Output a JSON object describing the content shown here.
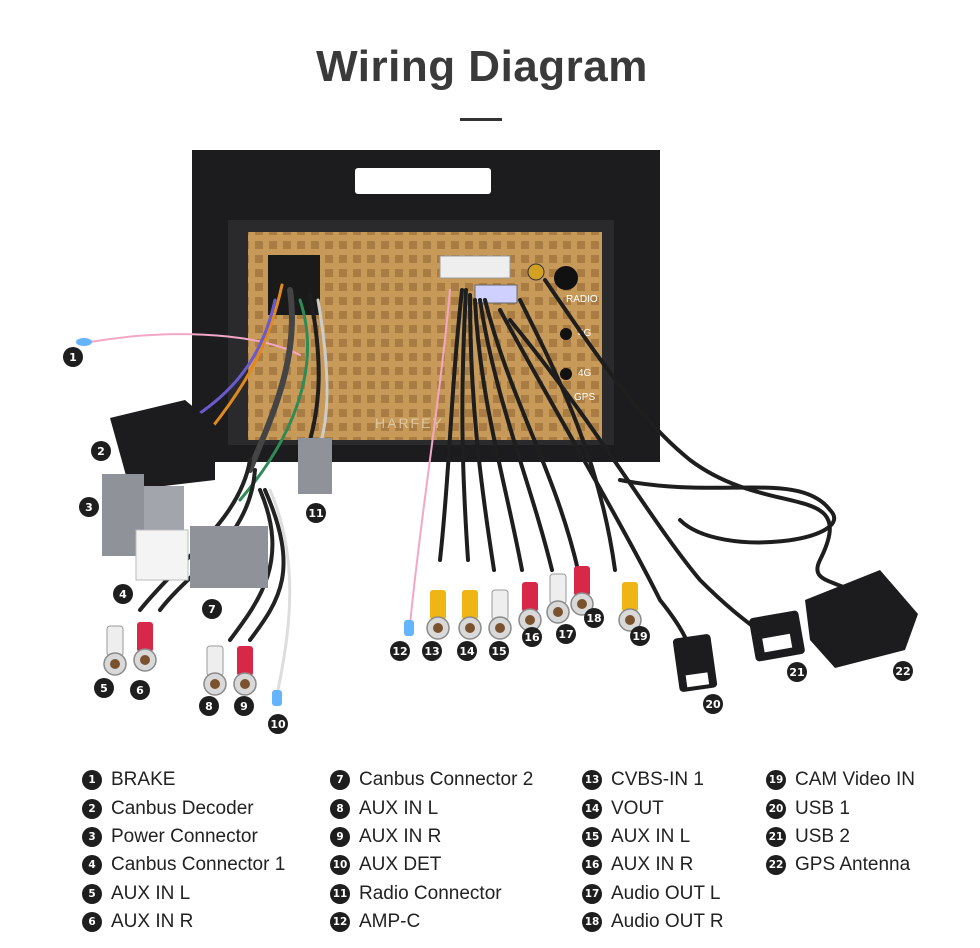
{
  "page": {
    "title": "Wiring Diagram"
  },
  "unit": {
    "labels": [
      "RADIO",
      "4G",
      "4G",
      "GPS"
    ],
    "watermark": "HARFEY"
  },
  "callouts": [
    "1",
    "2",
    "3",
    "4",
    "5",
    "6",
    "7",
    "8",
    "9",
    "10",
    "11",
    "12",
    "13",
    "14",
    "15",
    "16",
    "17",
    "18",
    "19",
    "20",
    "21",
    "22"
  ],
  "legend": {
    "col1": [
      {
        "num": "1",
        "label": "BRAKE"
      },
      {
        "num": "2",
        "label": "Canbus Decoder"
      },
      {
        "num": "3",
        "label": "Power Connector"
      },
      {
        "num": "4",
        "label": "Canbus Connector 1"
      },
      {
        "num": "5",
        "label": "AUX IN L"
      },
      {
        "num": "6",
        "label": "AUX IN R"
      }
    ],
    "col2": [
      {
        "num": "7",
        "label": "Canbus Connector 2"
      },
      {
        "num": "8",
        "label": "AUX IN L"
      },
      {
        "num": "9",
        "label": "AUX IN R"
      },
      {
        "num": "10",
        "label": "AUX DET"
      },
      {
        "num": "11",
        "label": "Radio Connector"
      },
      {
        "num": "12",
        "label": "AMP-C"
      }
    ],
    "col3": [
      {
        "num": "13",
        "label": "CVBS-IN 1"
      },
      {
        "num": "14",
        "label": "VOUT"
      },
      {
        "num": "15",
        "label": "AUX IN L"
      },
      {
        "num": "16",
        "label": "AUX IN R"
      },
      {
        "num": "17",
        "label": "Audio OUT L"
      },
      {
        "num": "18",
        "label": "Audio OUT R"
      }
    ],
    "col4": [
      {
        "num": "19",
        "label": "CAM Video IN"
      },
      {
        "num": "20",
        "label": "USB 1"
      },
      {
        "num": "21",
        "label": "USB 2"
      },
      {
        "num": "22",
        "label": "GPS Antenna"
      }
    ]
  },
  "colors": {
    "bezel": "#1c1c1e",
    "chassis": "#c79a5a",
    "rca_white": "#eeeeee",
    "rca_red": "#d8284a",
    "rca_yellow": "#f0b514",
    "connector_grey": "#8f9399",
    "badge": "#1e1e1e"
  }
}
